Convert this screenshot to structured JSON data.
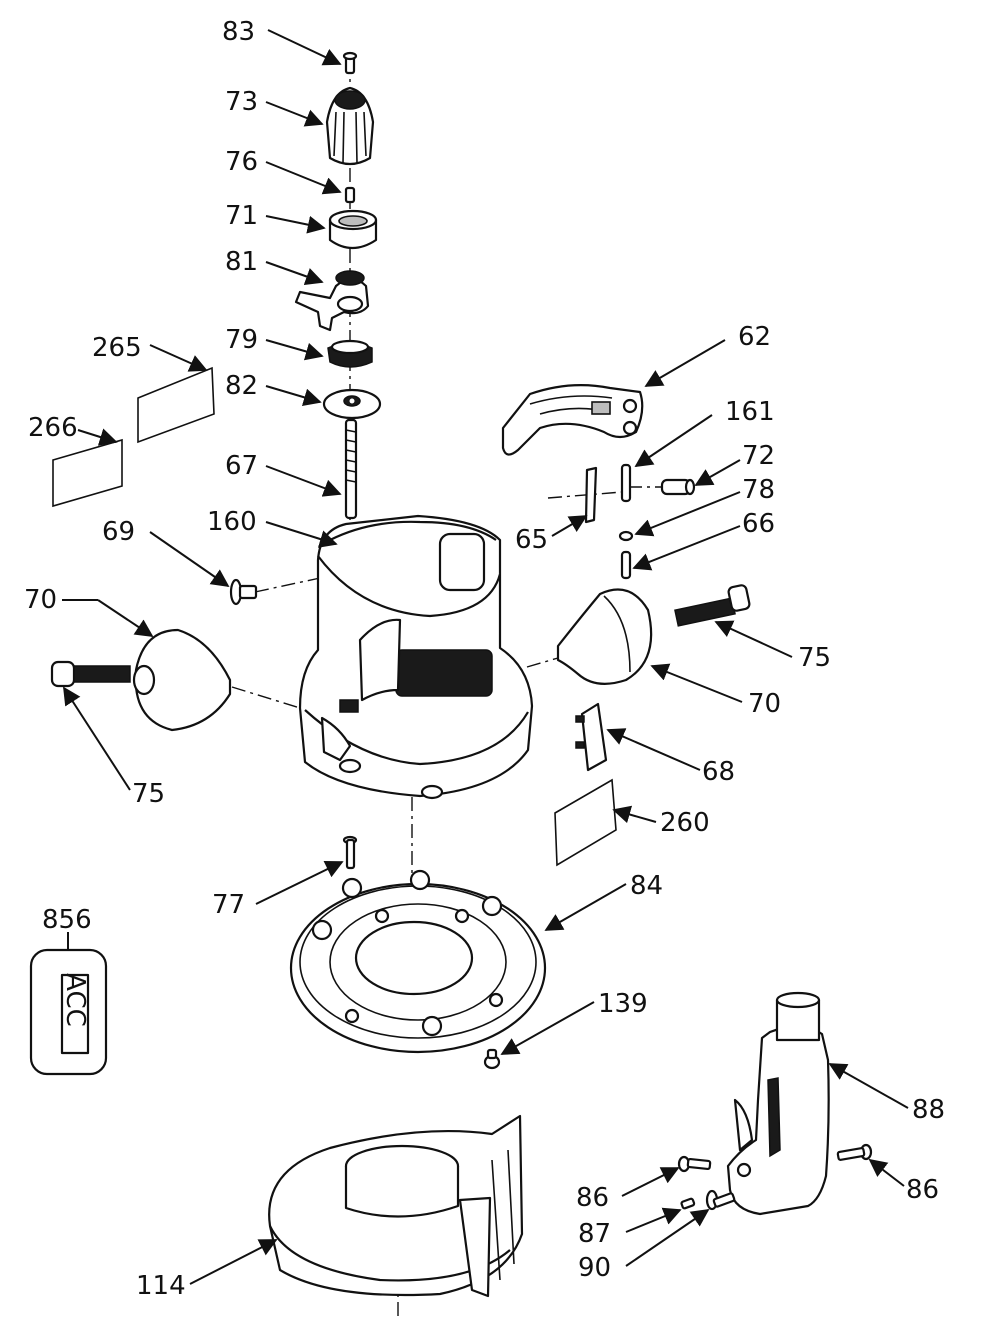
{
  "diagram": {
    "type": "exploded-parts-view",
    "callouts": [
      "83",
      "73",
      "76",
      "71",
      "81",
      "265",
      "79",
      "82",
      "266",
      "67",
      "62",
      "161",
      "72",
      "78",
      "65",
      "66",
      "160",
      "69",
      "70",
      "75",
      "70",
      "75",
      "68",
      "260",
      "77",
      "84",
      "856",
      "139",
      "88",
      "86",
      "86",
      "87",
      "90",
      "114"
    ],
    "tag_856_text": "ACC"
  }
}
